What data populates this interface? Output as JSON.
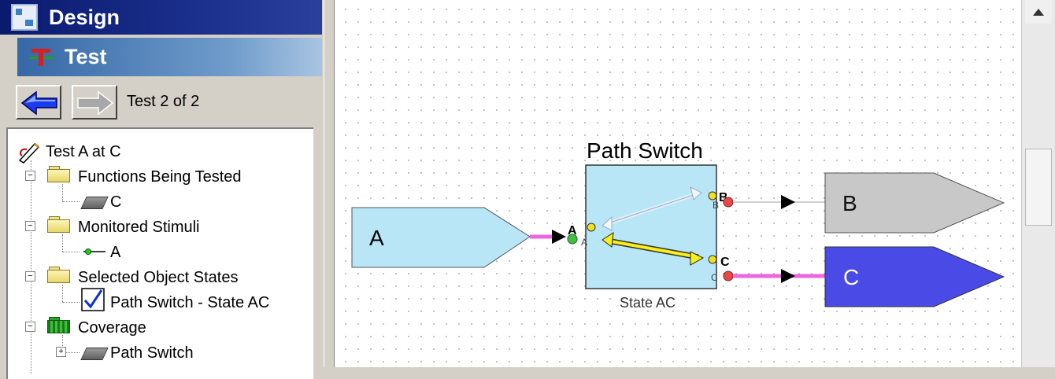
{
  "sidebar": {
    "design_label": "Design",
    "test_label": "Test",
    "nav_status": "Test 2 of 2",
    "tree": {
      "root": "Test A at C",
      "functions_folder": "Functions Being Tested",
      "function_item": "C",
      "stimuli_folder": "Monitored Stimuli",
      "stimulus_item": "A",
      "states_folder": "Selected Object States",
      "state_item": "Path Switch - State AC",
      "coverage_folder": "Coverage",
      "coverage_item": "Path Switch"
    }
  },
  "diagram": {
    "switch_title": "Path Switch",
    "switch_state": "State AC",
    "port_a": "A",
    "port_a_small": "A",
    "port_b": "B",
    "port_b_small": "B",
    "port_c": "C",
    "port_c_small": "C",
    "input_label": "A",
    "output_b_label": "B",
    "output_c_label": "C",
    "colors": {
      "input_fill": "#b9e6f7",
      "switch_fill": "#b9e6f7",
      "output_b_fill": "#c8c8c8",
      "output_c_fill": "#4a4ae6",
      "active_wire": "#ee66dd"
    }
  }
}
